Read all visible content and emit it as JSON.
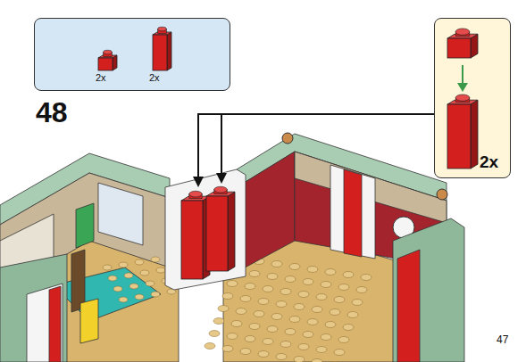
{
  "diagram": {
    "nodes": [
      {
        "text": [
          "2x",
          "2x"
        ]
      },
      {
        "text": [
          "2x"
        ]
      }
    ],
    "labels": [
      "48",
      "47"
    ]
  }
}
